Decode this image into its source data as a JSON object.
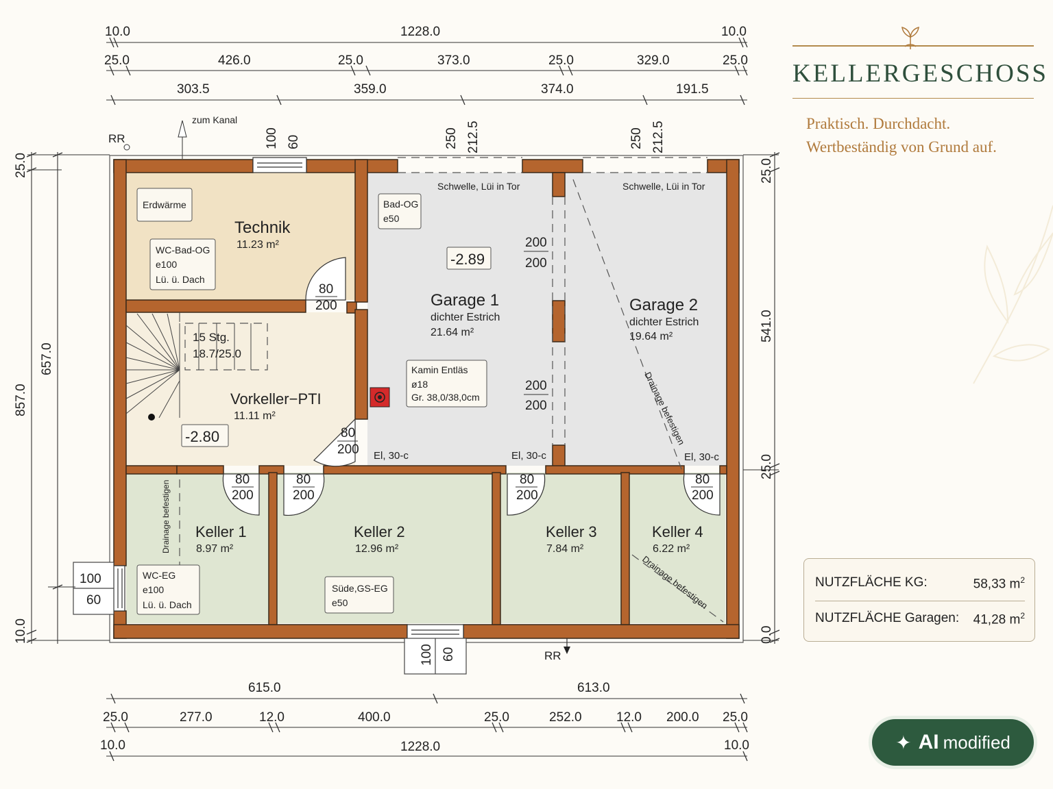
{
  "header": {
    "title": "KELLERGESCHOSS",
    "tagline_1": "Praktisch. Durchdacht.",
    "tagline_2": "Wertbeständig von Grund auf."
  },
  "areas": {
    "kg_label": "NUTZFLÄCHE KG:",
    "kg_value": "58,33 m",
    "garage_label": "NUTZFLÄCHE Garagen:",
    "garage_value": "41,28 m",
    "unit_sup": "2"
  },
  "badge": {
    "ai": "AI",
    "modified": "modified"
  },
  "dimensions": {
    "top_row1": [
      "10.0",
      "1228.0",
      "10.0"
    ],
    "top_row2": [
      "25.0",
      "426.0",
      "25.0",
      "373.0",
      "25.0",
      "329.0",
      "25.0"
    ],
    "top_row3": [
      "303.5",
      "359.0",
      "374.0",
      "191.5"
    ],
    "bottom_row1": [
      "615.0",
      "613.0"
    ],
    "bottom_row2": [
      "25.0",
      "277.0",
      "12.0",
      "400.0",
      "25.0",
      "252.0",
      "12.0",
      "200.0",
      "25.0"
    ],
    "bottom_row3": [
      "10.0",
      "1228.0",
      "10.0"
    ],
    "left_outer": [
      "25.0",
      "857.0",
      "10.0"
    ],
    "left_inner": "657.0",
    "right": [
      "25.0",
      "541.0",
      "25.0",
      "0.0"
    ]
  },
  "rooms": {
    "technik": {
      "name": "Technik",
      "area": "11.23 m²"
    },
    "vorkeller": {
      "name": "Vorkeller−PTI",
      "area": "11.11 m²"
    },
    "garage1": {
      "name": "Garage 1",
      "floor": "dichter Estrich",
      "area": "21.64 m²"
    },
    "garage2": {
      "name": "Garage 2",
      "floor": "dichter Estrich",
      "area": "19.64 m²"
    },
    "keller1": {
      "name": "Keller 1",
      "area": "8.97 m²"
    },
    "keller2": {
      "name": "Keller 2",
      "area": "12.96 m²"
    },
    "keller3": {
      "name": "Keller 3",
      "area": "7.84 m²"
    },
    "keller4": {
      "name": "Keller 4",
      "area": "6.22 m²"
    }
  },
  "labels": {
    "zum_kanal": "zum Kanal",
    "rr": "RR",
    "erdwaerme": "Erdwärme",
    "wc_bad_og": [
      "WC-Bad-OG",
      "e100",
      "Lü. ü. Dach"
    ],
    "bad_og": [
      "Bad-OG",
      "e50"
    ],
    "wc_eg": [
      "WC-EG",
      "e100",
      "Lü. ü. Dach"
    ],
    "suede": [
      "Süde,GS-EG",
      "e50"
    ],
    "kamin": [
      "Kamin Entläs",
      "ø18",
      "Gr. 38,0/38,0cm"
    ],
    "stairs": [
      "15 Stg.",
      "18.7/25.0"
    ],
    "level_vorkeller": "-2.80",
    "level_garage": "-2.89",
    "schwelle": "Schwelle, Lüi in Tor",
    "el": "El, 30-c",
    "drainage": "Drainage befestigen",
    "door_w80": "80",
    "door_h200": "200",
    "opening_200": "200",
    "top_win_1": [
      "100",
      "60"
    ],
    "top_win_2": [
      "250",
      "212.5"
    ],
    "left_win": [
      "100",
      "60"
    ],
    "bottom_win": [
      "100",
      "60"
    ]
  },
  "colors": {
    "wall": "#b5652e",
    "technik_fill": "#f1e2c4",
    "vorkeller_fill": "#f6efdf",
    "garage_fill": "#e6e6e6",
    "keller_fill": "#dfe6d2",
    "brand_green": "#2f4f3c",
    "brand_gold": "#b07a3c"
  }
}
